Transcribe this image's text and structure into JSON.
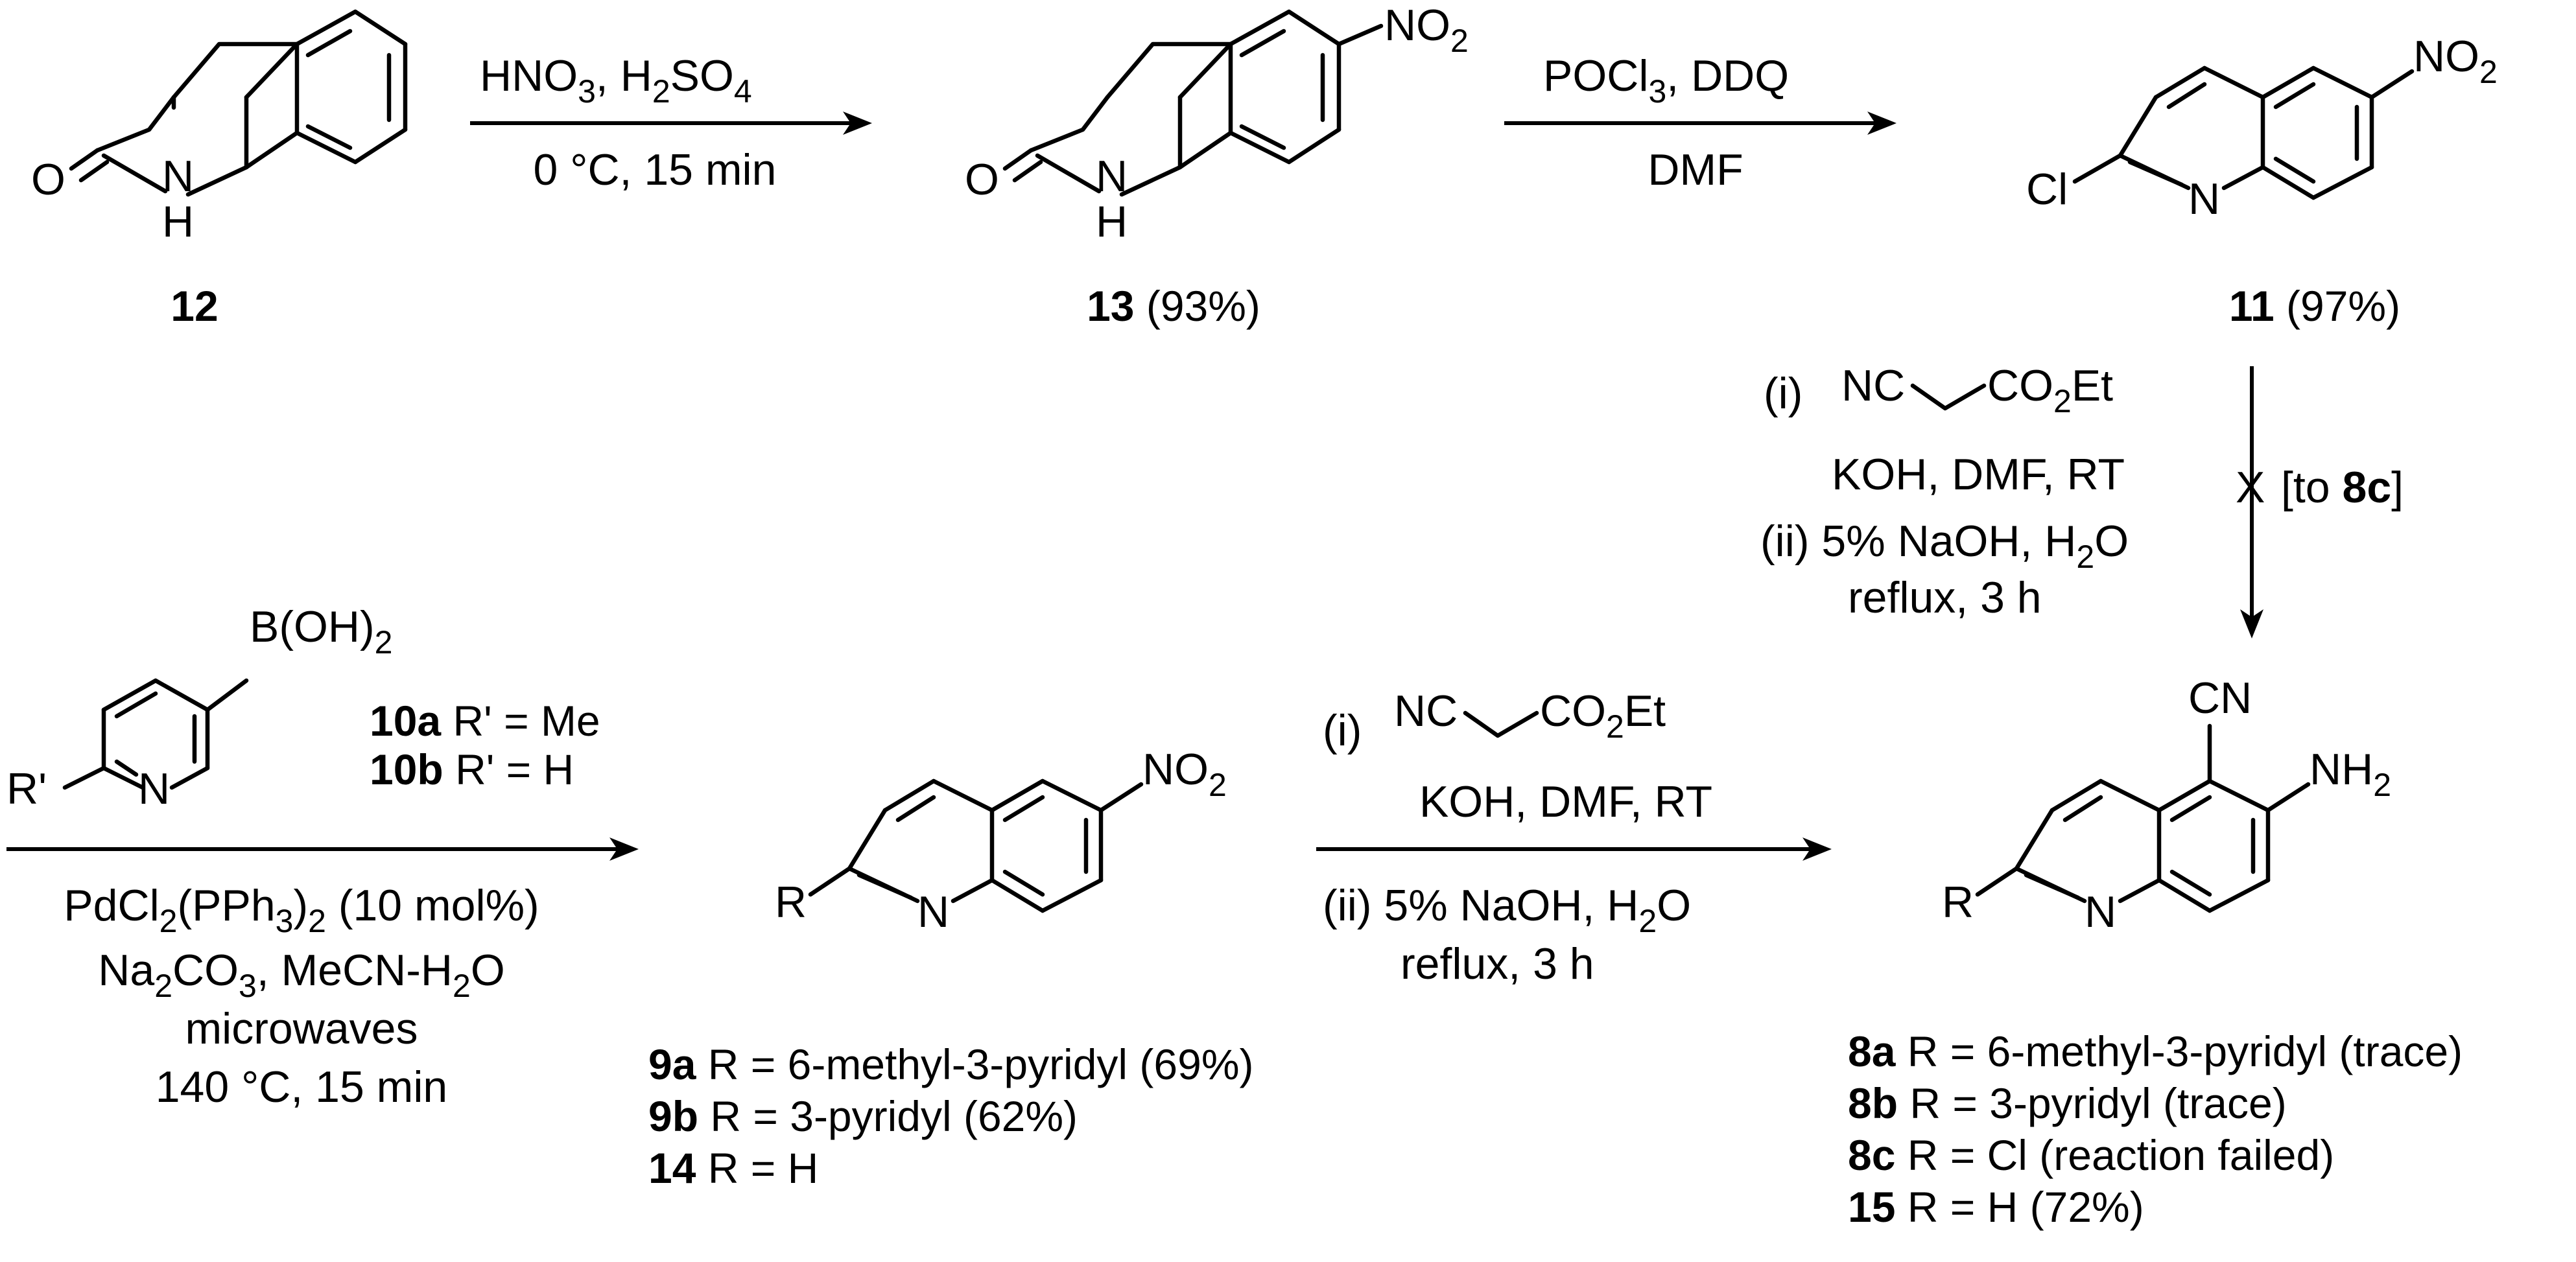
{
  "reagents": {
    "step1": {
      "acid": "HNO",
      "acid_sub": "3",
      "sep": ", ",
      "acid2": "H",
      "acid2_sub": "2",
      "acid2_tail": "SO",
      "acid2_sub2": "4",
      "conditions": "0 °C, 15 min"
    },
    "step2": {
      "reagent": "POCl",
      "reagent_sub": "3",
      "tail": ", DDQ",
      "solvent": "DMF"
    },
    "step3": {
      "roman1": "(i)",
      "nc": "NC",
      "ester": "CO",
      "ester_sub": "2",
      "ester_tail": "Et",
      "base": "KOH, DMF, RT",
      "roman2": "(ii)",
      "base2": "5% NaOH, H",
      "base2_sub": "2",
      "base2_tail": "O",
      "reflux": "reflux, 3 h",
      "blocked_mark": "X",
      "blocked_note_open": "[to ",
      "blocked_note_bold": "8c",
      "blocked_note_close": "]"
    },
    "step4": {
      "boronic": "B(OH)",
      "boronic_sub": "2",
      "r10a_bold": "10a",
      "r10a_text": " R' = Me",
      "r10b_bold": "10b",
      "r10b_text": " R' = H",
      "catalyst": "PdCl",
      "catalyst_sub": "2",
      "catalyst_mid": "(PPh",
      "catalyst_sub2": "3",
      "catalyst_mid2": ")",
      "catalyst_sub3": "2",
      "catalyst_tail": " (10 mol%)",
      "base": "Na",
      "base_sub": "2",
      "base_mid": "CO",
      "base_sub2": "3",
      "base_tail": ", MeCN-H",
      "base_sub3": "2",
      "base_tail2": "O",
      "energy": "microwaves",
      "conditions": "140 °C, 15 min"
    },
    "step5": {
      "roman1": "(i)",
      "nc": "NC",
      "ester": "CO",
      "ester_sub": "2",
      "ester_tail": "Et",
      "base": "KOH, DMF, RT",
      "roman2": "(ii)",
      "base2": "5% NaOH, H",
      "base2_sub": "2",
      "base2_tail": "O",
      "reflux": "reflux, 3 h"
    }
  },
  "atoms": {
    "O": "O",
    "N": "N",
    "H": "H",
    "Cl": "Cl",
    "R": "R",
    "Rp": "R'",
    "NO2": "NO",
    "NO2_sub": "2",
    "CN": "CN",
    "NH2": "NH",
    "NH2_sub": "2"
  },
  "compounds": {
    "c12": {
      "num": "12"
    },
    "c13": {
      "num": "13",
      "yield": " (93%)"
    },
    "c11": {
      "num": "11",
      "yield": " (97%)"
    },
    "c9": [
      {
        "num": "9a",
        "text": " R = 6-methyl-3-pyridyl (69%)"
      },
      {
        "num": "9b",
        "text": " R = 3-pyridyl (62%)"
      },
      {
        "num": "14",
        "text": " R = H"
      }
    ],
    "c8": [
      {
        "num": "8a",
        "text": " R = 6-methyl-3-pyridyl (trace)"
      },
      {
        "num": "8b",
        "text": " R = 3-pyridyl (trace)"
      },
      {
        "num": "8c",
        "text": " R = Cl (reaction failed)"
      },
      {
        "num": "15",
        "text": " R = H (72%)"
      }
    ]
  }
}
